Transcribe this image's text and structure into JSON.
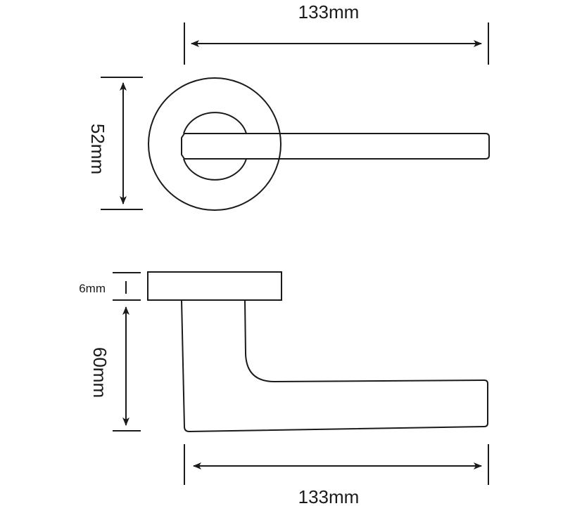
{
  "diagram": {
    "title": "Door lever handle on round rose - dimension drawing",
    "views": [
      {
        "name": "front-view",
        "description": "Lever on round rose seen from front"
      },
      {
        "name": "side-view",
        "description": "Lever profile with rose plate seen from side"
      }
    ],
    "dimensions": {
      "top_length": "133mm",
      "rose_diameter": "52mm",
      "rose_thickness": "6mm",
      "projection": "60mm",
      "bottom_length": "133mm"
    },
    "colors": {
      "line": "#1a1a1a",
      "background": "#ffffff"
    }
  }
}
